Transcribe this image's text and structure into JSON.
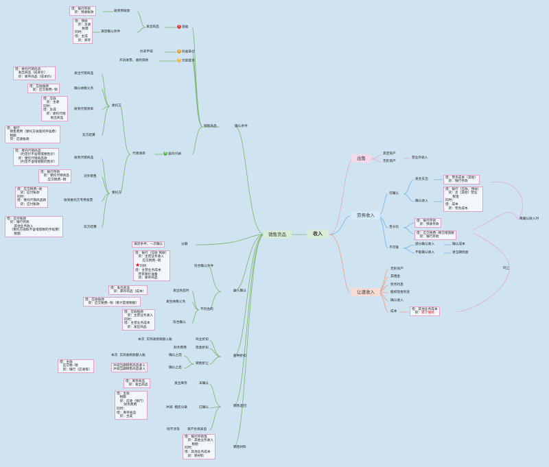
{
  "center": "收入",
  "sales_goods": "销售货品",
  "branches": {
    "chushou": "出售",
    "laowu": "劳务收入",
    "rangdu": "让渡收入"
  },
  "chushou_items": [
    "高定资产",
    "无形资产"
  ],
  "chushou_result": "营业外收入",
  "laowu": {
    "kequeren": "可确认",
    "fashengzhichu": "发生支出",
    "fasheng_entry": "借：劳务成本（其他）\n   贷：银行存款",
    "queren_shouru": "确认收入",
    "queren_entry": "借：银行（应收、预收）\n   贷：主（其他）营业\n       税金\n同时：\n借：成本\n   贷：劳务成本",
    "baifenbi": "百分比",
    "baifenbi_entry1": "借：银行存款\n   贷：预收存款",
    "baifenbi_entry2": "借：应交税费--预交增值税\n   贷：银行存款",
    "bukequeren": "不可靠",
    "bufen_queren": "部分确认收入",
    "bufen_note": "确认成本",
    "bu_queren": "不能确认收入",
    "bu_note": "进当期损益",
    "label_renzhi": "再确认收入时",
    "label_tongshang": "同上"
  },
  "rangdu": {
    "items": [
      "无形资产",
      "其租金",
      "债务利息",
      "股权现金利息",
      "确认收入",
      "成本"
    ],
    "cost_entry": "借：其他业务成本\n   贷：",
    "cost_red": "累计摊销"
  },
  "top": {
    "yushou": "预收",
    "yushou_badge": "1",
    "weituo": "托收承付",
    "weituo_badge": "2",
    "jiaokuan": "交款提货",
    "jiaokuan_badge": "3",
    "faqu": "发出商品",
    "shou_yushou": "收到预收款",
    "shou_yushou_entry": "借：银行存款\n   贷：预收账款",
    "manzu": "满足确认条件",
    "manzu_entry": "借：预收\n   贷：主收\n       税费\n同时：\n借：主成\n   贷：库存",
    "banli": "办妥手续",
    "kaiju": "开具发票、收到货款"
  },
  "daixiao": {
    "weituofang": "委托方",
    "daixiaoqingdan": "代销清单",
    "shoutuofang": "受托方",
    "weituo_badge": "4",
    "weituodaixiao": "委托代销",
    "queren_tiaojian": "确认条件",
    "xiaoshou": "销售商品",
    "w1": "发出代销商品",
    "w1_entry": "借：委托代销商品\n   发出商品（成本价）\n   贷：库存商品（成本价）",
    "w2": "确认纳税义务",
    "w2_entry": "借：应收账款\n   贷：应交税费--销",
    "w3": "收到代销清单",
    "w3_entry": "借：应收\n   贷：主收\n同时：\n借：主成\n   贷：委托代销\n       发出商品",
    "w4": "双方结算",
    "w4_entry": "借：银行\n   销售费用（受托方收取的手续费）\n   税额\n   贷：应收账款",
    "s1": "收到代销商品",
    "s1_entry": "借：受托代销商品\n   （约定价不含增值税售价）\n   贷：受托代销商品款\n   （约定不含增值税的售价）",
    "s2": "对外销售",
    "s2_entry": "借：银行存款\n   贷：受托代销商品\n       应交税费--销",
    "s3": "收到委托方专用发票",
    "s3_entry": "借：应交税费--进\n   贷：应付账款\n同时：\n借：受托代销商品款\n   贷：应付账款",
    "s4": "双方结算",
    "s4_entry": "借：应付账款\n   贷：银行存款\n       其他业务收入\n   （受托方收取不含增值税的手续费）\n       税额"
  },
  "fenqi": {
    "label": "分期",
    "entry": "满足条件，一次确认"
  },
  "shoudaoqianyue": {
    "label": "收入确认",
    "fuhe": "符合确认条件",
    "fuhe_entry": "借：银行（应收 预收）\n   贷：主营业务收入\n       应交税费--销",
    "tongshi": "同时\n借：主营业务成本\n   存货跌价准备\n   贷：库存商品",
    "bufuhe": "不符合的",
    "fachu": "发出商品时",
    "fachu_entry": "借：发出商品\n   贷：库存商品（成本）",
    "fashen": "发生纳税义务",
    "fashen_entry": "借：应收账款\n   贷：应交税费--销（看计提增税额）",
    "fuhequeren": "符合确认",
    "fuhequeren_entry": "借：应收账款\n   贷：主营业务收入\n同时：\n借：主营业务成本\n   贷：发出商品"
  },
  "zhekou": {
    "label": "各种折扣",
    "shangye": "商业折扣",
    "shangye_note": "本次  实际收到款额入账",
    "xianjin": "现金折扣",
    "xianjin_note": "财务费用",
    "queren": "确认之前",
    "queren_note": "本次  实际收到款额入账",
    "xiaoshou": "销售折让",
    "queren2": "确认之后",
    "queren2_note": "冲减当期销售商品收入\n冲减当期销售商品收入",
    "queren2_entry": "借：主收\n   应交税--销\n   贷：银行（应收等）"
  },
  "xiaotui": {
    "label": "销售退回",
    "weiqueren": "未确认",
    "weiqueren_note": "发出库存",
    "weiqueren_entry": "借：库存商品\n   贷：发出商品",
    "yiqueren": "已确认",
    "yiqueren_note": "冲减  相反分录",
    "yiqueren_entry": "借：主收\n   税额\n   贷：应收（银行）\n       财务费用\n同时：\n借：库存商品\n   贷：主成",
    "zichan": "资产负债表后",
    "zichan_note": "则不涉及"
  },
  "cailiao": {
    "label": "销售材料",
    "entry": "借：银行存款等\n   贷：其他业务收入\n       税额\n同时：\n借：其他业务成本\n   贷：原材料"
  }
}
